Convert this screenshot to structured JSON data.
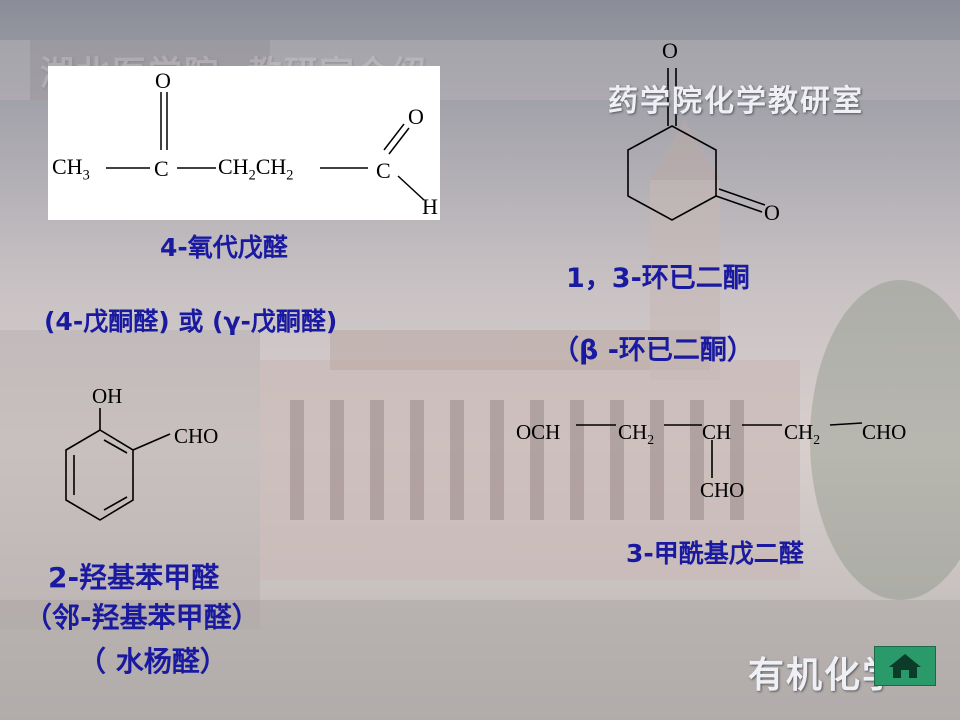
{
  "slide": {
    "watermark_top": "药学院化学教研室",
    "watermark_bottom": "有机化学",
    "banner_faded": "湖北医学院 ·教研室介绍",
    "home_button_icon": "home-icon"
  },
  "compounds": [
    {
      "formula_parts": {
        "ch3": "CH3",
        "c_keto": "C",
        "chain": "CH2CH2",
        "c_ald": "C",
        "o1": "O",
        "o2": "O",
        "h": "H"
      },
      "name": "4-氧代戊醛",
      "alt_name": "(4-戊酮醛) 或 (γ-戊酮醛)"
    },
    {
      "formula_parts": {
        "o_top": "O",
        "o_right": "O"
      },
      "name": "1，3-环已二酮",
      "alt_name": "（β -环已二酮）"
    },
    {
      "formula_parts": {
        "oh": "OH",
        "cho": "CHO"
      },
      "name": "2-羟基苯甲醛",
      "alt_name": "（邻-羟基苯甲醛）",
      "alt_name2": "（ 水杨醛）"
    },
    {
      "formula_parts": {
        "och": "OCH",
        "ch2a": "CH2",
        "ch": "CH",
        "ch2b": "CH2",
        "cho": "CHO",
        "cho_branch": "CHO"
      },
      "name": "3-甲酰基戊二醛"
    }
  ]
}
